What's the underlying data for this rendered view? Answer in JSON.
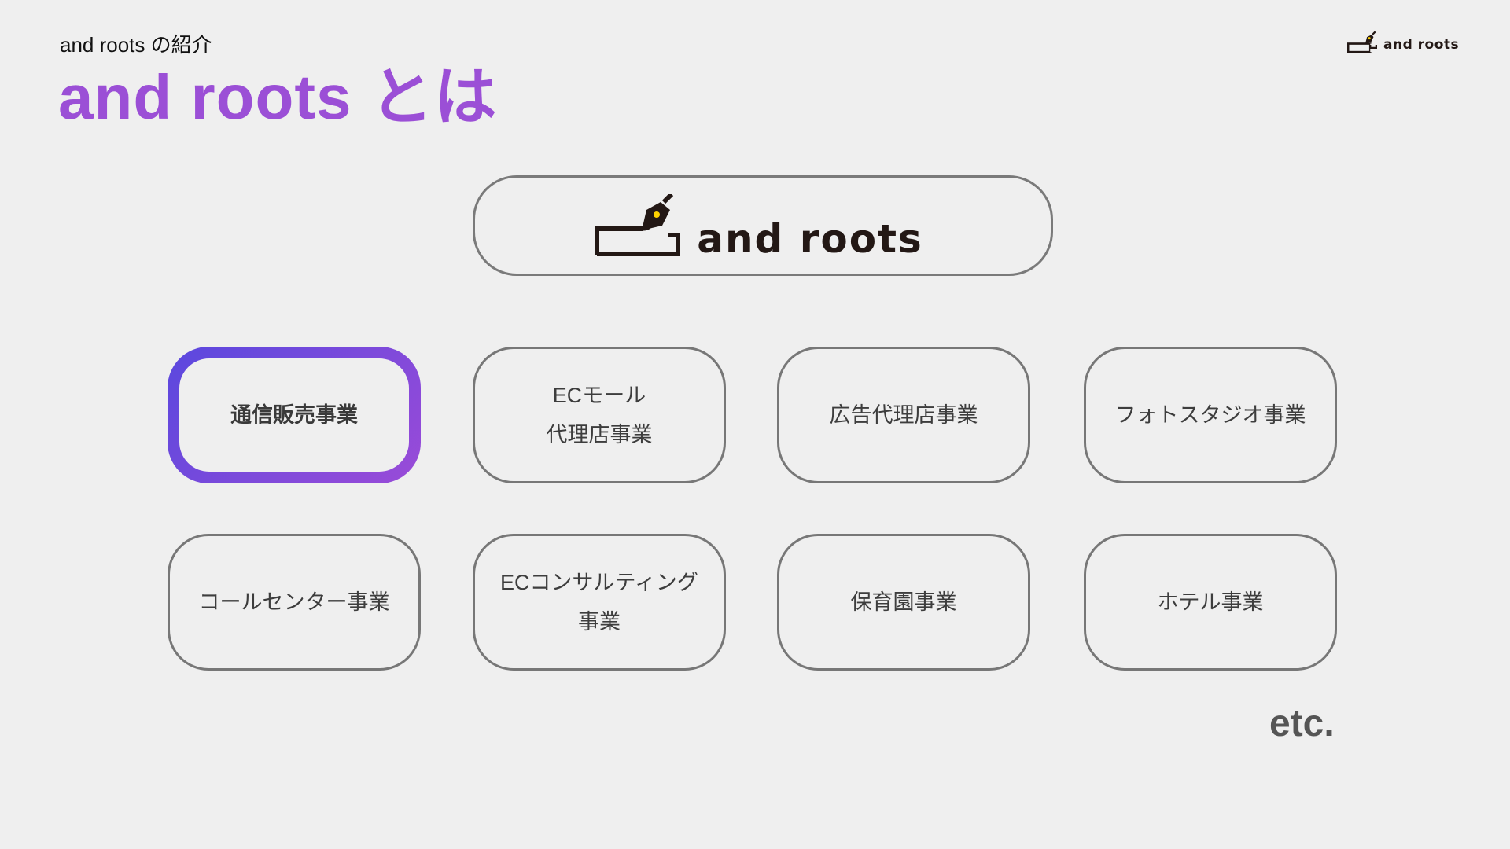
{
  "header": {
    "subtitle": "and roots の紹介",
    "title": "and roots とは"
  },
  "logo": {
    "text": "and roots",
    "icon": "desk-with-pen-nib-icon",
    "nib_color": "#ffd200",
    "ink_color": "#231815"
  },
  "businesses": [
    {
      "label": "通信販売事業",
      "highlighted": true
    },
    {
      "label": "ECモール\n代理店事業",
      "highlighted": false
    },
    {
      "label": "広告代理店事業",
      "highlighted": false
    },
    {
      "label": "フォトスタジオ事業",
      "highlighted": false
    },
    {
      "label": "コールセンター事業",
      "highlighted": false
    },
    {
      "label": "ECコンサルティング\n事業",
      "highlighted": false
    },
    {
      "label": "保育園事業",
      "highlighted": false
    },
    {
      "label": "ホテル事業",
      "highlighted": false
    }
  ],
  "footer": {
    "etc": "etc."
  },
  "colors": {
    "accent": "#9b4fd6",
    "highlight_gradient_start": "#5a48de",
    "highlight_gradient_end": "#9a4bd8",
    "border": "#777777",
    "background": "#efefef"
  }
}
